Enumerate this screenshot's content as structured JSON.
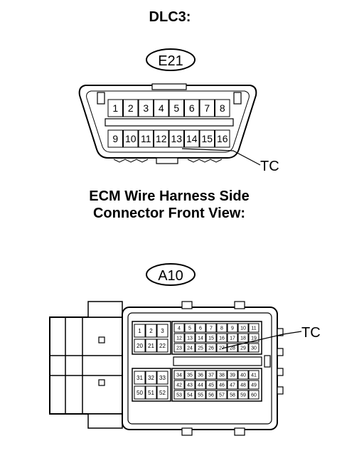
{
  "dlc3": {
    "title": "DLC3:",
    "connector_id": "E21",
    "top_row": [
      "1",
      "2",
      "3",
      "4",
      "5",
      "6",
      "7",
      "8"
    ],
    "bottom_row": [
      "9",
      "10",
      "11",
      "12",
      "13",
      "14",
      "15",
      "16"
    ],
    "callout": "TC"
  },
  "ecm": {
    "title_line1": "ECM Wire Harness Side",
    "title_line2": "Connector Front View:",
    "connector_id": "A10",
    "left_top_row1": [
      "1",
      "2",
      "3"
    ],
    "left_top_row2": [
      "20",
      "21",
      "22"
    ],
    "right_top_rows": [
      [
        "4",
        "5",
        "6",
        "7",
        "8",
        "9",
        "10",
        "11"
      ],
      [
        "12",
        "13",
        "14",
        "15",
        "16",
        "17",
        "18",
        "19"
      ],
      [
        "23",
        "24",
        "25",
        "26",
        "27",
        "28",
        "29",
        "30"
      ]
    ],
    "left_bottom_row1": [
      "31",
      "32",
      "33"
    ],
    "left_bottom_row2": [
      "50",
      "51",
      "52"
    ],
    "right_bottom_rows": [
      [
        "34",
        "35",
        "36",
        "37",
        "38",
        "39",
        "40",
        "41"
      ],
      [
        "42",
        "43",
        "44",
        "45",
        "46",
        "47",
        "48",
        "49"
      ],
      [
        "53",
        "54",
        "55",
        "56",
        "57",
        "58",
        "59",
        "60"
      ]
    ],
    "callout": "TC"
  }
}
